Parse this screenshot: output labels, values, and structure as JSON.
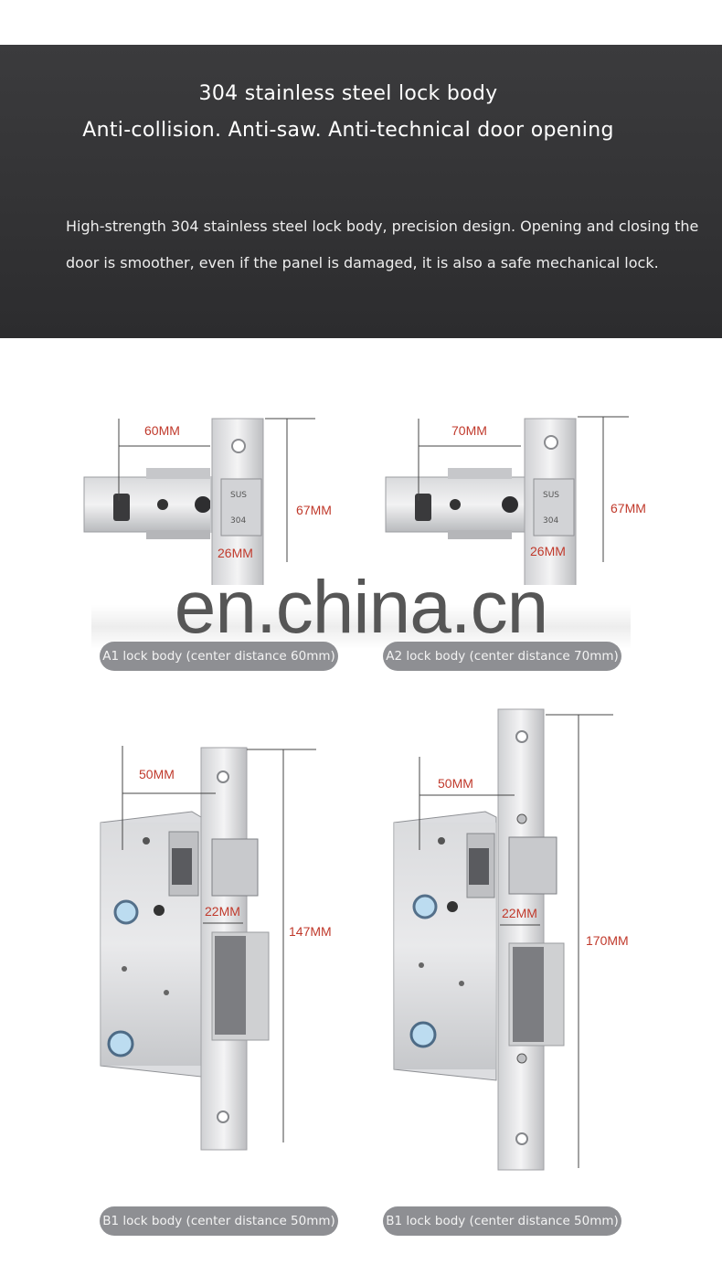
{
  "banner": {
    "title_line1": "304 stainless steel lock body",
    "title_line2": "Anti-collision. Anti-saw. Anti-technical door opening",
    "description": "High-strength 304 stainless steel lock body, precision design. Opening and closing the door is smoother, even if the panel is damaged, it is also a safe mechanical lock."
  },
  "products": [
    {
      "caption": "A1 lock body (center distance 60mm)",
      "width_label": "60MM",
      "height_label": "67MM",
      "bolt_label": "26MM"
    },
    {
      "caption": "A2 lock body (center distance 70mm)",
      "width_label": "70MM",
      "height_label": "67MM",
      "bolt_label": "26MM"
    },
    {
      "caption": "B1 lock body (center distance 50mm)",
      "width_label": "50MM",
      "height_label": "147MM",
      "bolt_label": "22MM"
    },
    {
      "caption": "B1 lock body (center distance 50mm)",
      "width_label": "50MM",
      "height_label": "170MM",
      "bolt_label": "22MM"
    }
  ],
  "plate_marks": {
    "sus": "SUS",
    "grade": "304"
  },
  "watermark": "en.china.cn",
  "colors": {
    "banner": "#333335",
    "dimension_text": "#c0392b",
    "caption_bg": "#8e8f93"
  }
}
